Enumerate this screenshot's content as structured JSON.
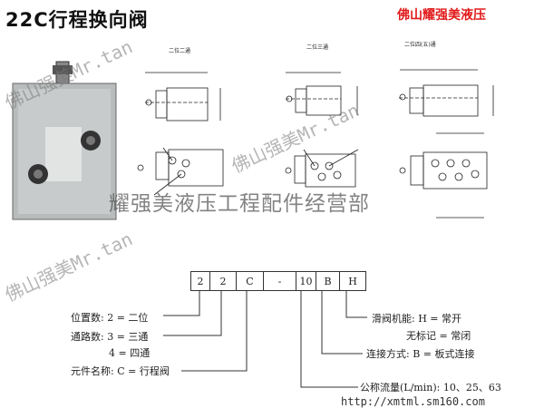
{
  "title": "22C行程换向阀",
  "brand": "佛山耀强美液压",
  "diagrams": {
    "captions": [
      "二位二通",
      "二位三通",
      "二位四(五)通"
    ]
  },
  "watermarks": {
    "mr_tan_1": "佛山强美Mr.tan",
    "mr_tan_2": "佛山强美Mr.tan",
    "mr_tan_3": "佛山强美Mr.tan",
    "company": "耀强美液压工程配件经营部"
  },
  "model_code": {
    "cells": [
      "2",
      "2",
      "C",
      "-",
      "10",
      "B",
      "H"
    ]
  },
  "legend_left": [
    "位置数: 2 = 二位",
    "通路数: 3 = 三通",
    "4 = 四通",
    "元件名称: C = 行程阀"
  ],
  "legend_right": [
    "滑阀机能: H = 常开",
    "无标记 = 常闭",
    "连接方式: B = 板式连接",
    "公称流量(L/min): 10、25、63"
  ],
  "url": "http://xmtml.sm160.com"
}
